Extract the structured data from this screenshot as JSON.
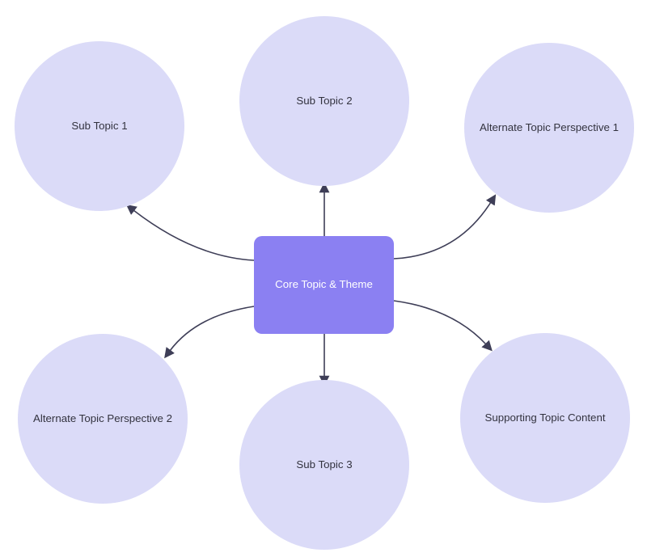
{
  "diagram": {
    "type": "mind-map",
    "center": {
      "label": "Core Topic & Theme"
    },
    "nodes": [
      {
        "label": "Sub Topic 1"
      },
      {
        "label": "Sub Topic 2"
      },
      {
        "label": "Alternate Topic Perspective 1"
      },
      {
        "label": "Alternate Topic Perspective 2"
      },
      {
        "label": "Sub Topic 3"
      },
      {
        "label": "Supporting Topic Content"
      }
    ],
    "edges": [
      {
        "from": "Core Topic & Theme",
        "to": "Sub Topic 1"
      },
      {
        "from": "Core Topic & Theme",
        "to": "Sub Topic 2"
      },
      {
        "from": "Core Topic & Theme",
        "to": "Alternate Topic Perspective 1"
      },
      {
        "from": "Core Topic & Theme",
        "to": "Alternate Topic Perspective 2"
      },
      {
        "from": "Core Topic & Theme",
        "to": "Sub Topic 3"
      },
      {
        "from": "Core Topic & Theme",
        "to": "Supporting Topic Content"
      }
    ],
    "colors": {
      "center_fill": "#8B80F2",
      "center_text": "#FFFFFF",
      "node_fill": "#DBDBF8",
      "node_text": "#33333F",
      "arrow": "#3E3E57",
      "background": "#FFFFFF"
    }
  }
}
